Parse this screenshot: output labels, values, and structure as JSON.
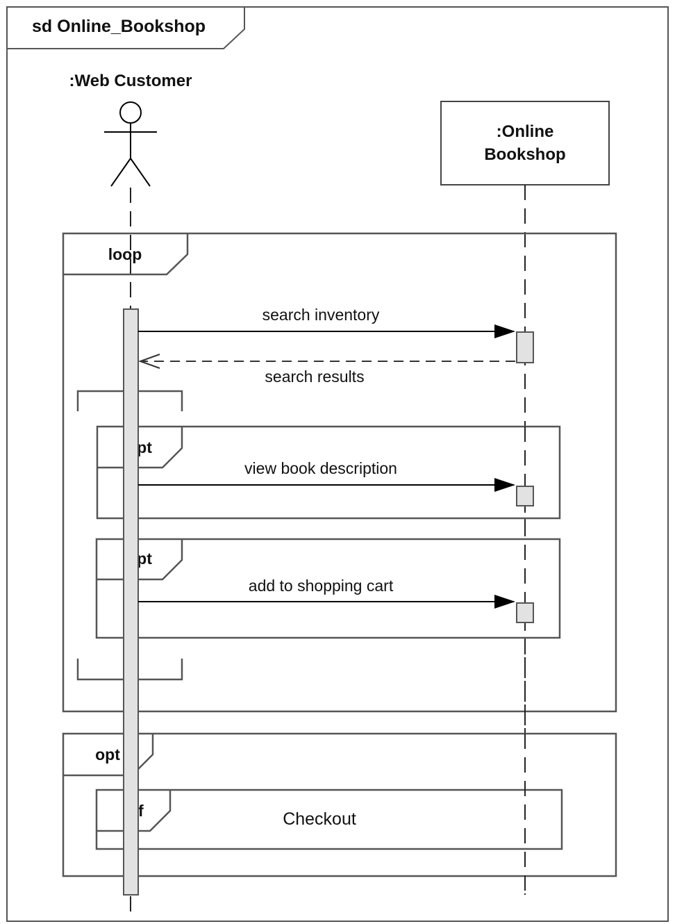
{
  "diagram": {
    "frame_title": "sd Online_Bookshop",
    "lifelines": [
      {
        "name": ":Web Customer",
        "kind": "actor"
      },
      {
        "name_lines": [
          ":Online",
          "Bookshop"
        ],
        "kind": "object"
      }
    ],
    "fragments": {
      "loop": "loop",
      "opt1": "opt",
      "opt2": "opt",
      "opt3": "opt",
      "ref": "ref"
    },
    "messages": [
      {
        "label": "search inventory",
        "type": "sync"
      },
      {
        "label": "search results",
        "type": "reply"
      },
      {
        "label": "view book description",
        "type": "sync"
      },
      {
        "label": "add to shopping cart",
        "type": "sync"
      }
    ],
    "ref_label": "Checkout"
  }
}
